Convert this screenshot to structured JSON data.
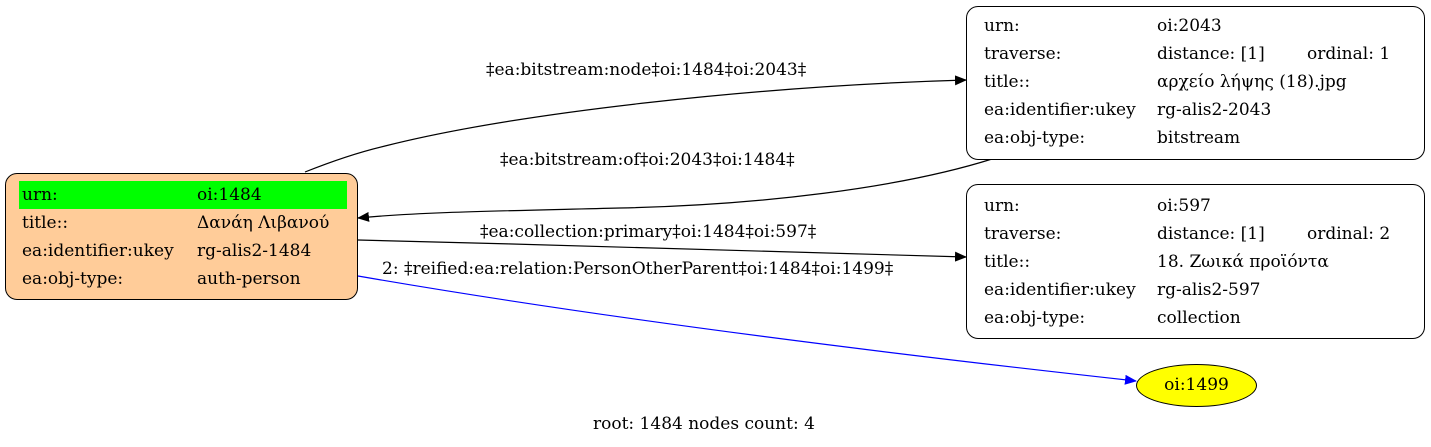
{
  "colors": {
    "root_fill": "#ffcc99",
    "urn_highlight": "#00ff00",
    "leaf_fill": "#ffff00",
    "edge_default": "#000000",
    "edge_reified": "#0000ff"
  },
  "root_node": {
    "rows": [
      {
        "key": "urn:",
        "value": "oi:1484"
      },
      {
        "key": "title::",
        "value": "Δανάη Λιβανού"
      },
      {
        "key": "ea:identifier:ukey",
        "value": "rg-alis2-1484"
      },
      {
        "key": "ea:obj-type:",
        "value": "auth-person"
      }
    ]
  },
  "node_2043": {
    "urn_key": "urn:",
    "urn_value": "oi:2043",
    "traverse_key": "traverse:",
    "distance": "distance: [1]",
    "ordinal": "ordinal: 1",
    "title_key": "title::",
    "title_value": "αρχείο λήψης (18).jpg",
    "ukey_key": "ea:identifier:ukey",
    "ukey_value": "rg-alis2-2043",
    "type_key": "ea:obj-type:",
    "type_value": "bitstream"
  },
  "node_597": {
    "urn_key": "urn:",
    "urn_value": "oi:597",
    "traverse_key": "traverse:",
    "distance": "distance: [1]",
    "ordinal": "ordinal: 2",
    "title_key": "title::",
    "title_value": "18. Ζωικά προϊόντα",
    "ukey_key": "ea:identifier:ukey",
    "ukey_value": "rg-alis2-597",
    "type_key": "ea:obj-type:",
    "type_value": "collection"
  },
  "node_1499": {
    "label": "oi:1499"
  },
  "edges": [
    {
      "label": "‡ea:bitstream:node‡oi:1484‡oi:2043‡"
    },
    {
      "label": "‡ea:bitstream:of‡oi:2043‡oi:1484‡"
    },
    {
      "label": "‡ea:collection:primary‡oi:1484‡oi:597‡"
    },
    {
      "label": "2: ‡reified:ea:relation:PersonOtherParent‡oi:1484‡oi:1499‡"
    }
  ],
  "footer": "root: 1484 nodes count: 4"
}
